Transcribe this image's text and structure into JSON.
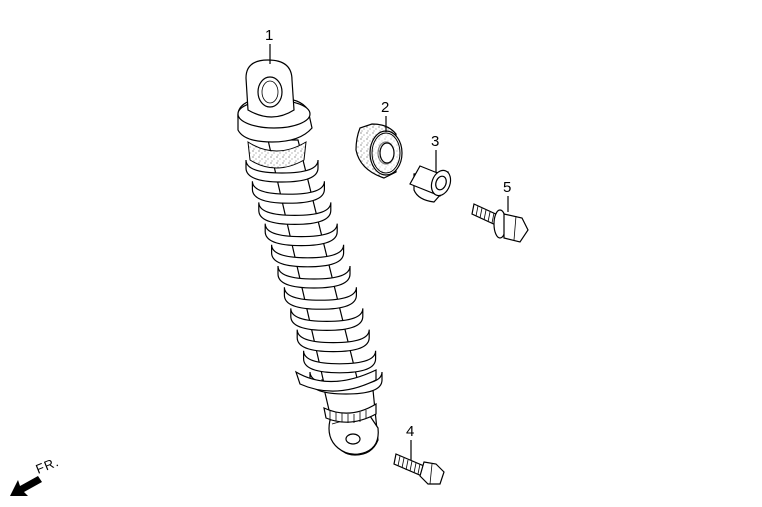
{
  "diagram": {
    "callouts": [
      {
        "id": "1",
        "label": "1"
      },
      {
        "id": "2",
        "label": "2"
      },
      {
        "id": "3",
        "label": "3"
      },
      {
        "id": "4",
        "label": "4"
      },
      {
        "id": "5",
        "label": "5"
      }
    ],
    "direction_label": "FR.",
    "icons": [
      "front-direction-arrow-icon"
    ]
  }
}
